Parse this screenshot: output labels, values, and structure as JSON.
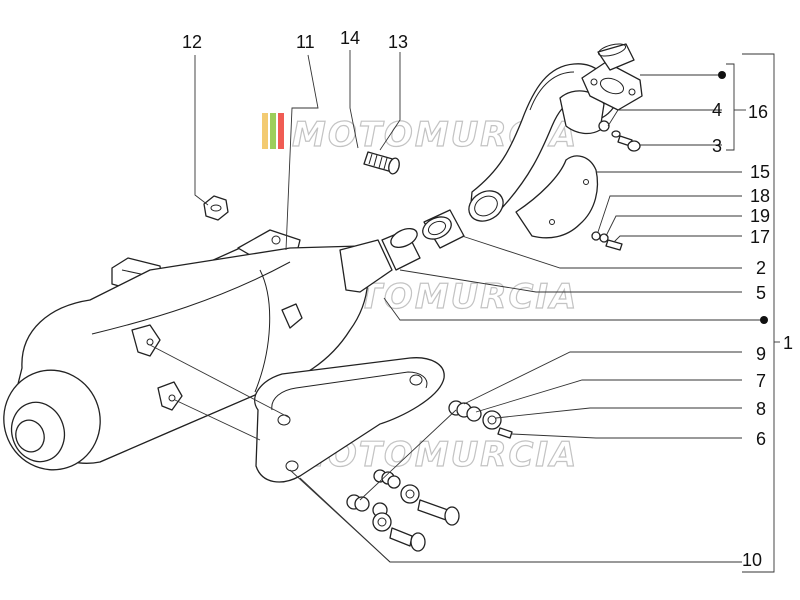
{
  "watermark": {
    "text": "MOTOMURCIA",
    "stripe_colors": [
      "#f2c35a",
      "#8cc63f",
      "#ee4037"
    ]
  },
  "callouts": [
    {
      "id": "c12",
      "label": "12"
    },
    {
      "id": "c11",
      "label": "11"
    },
    {
      "id": "c14",
      "label": "14"
    },
    {
      "id": "c13",
      "label": "13"
    },
    {
      "id": "c4",
      "label": "4"
    },
    {
      "id": "c16",
      "label": "16"
    },
    {
      "id": "c3",
      "label": "3"
    },
    {
      "id": "c15",
      "label": "15"
    },
    {
      "id": "c18",
      "label": "18"
    },
    {
      "id": "c19",
      "label": "19"
    },
    {
      "id": "c17",
      "label": "17"
    },
    {
      "id": "c2",
      "label": "2"
    },
    {
      "id": "c5",
      "label": "5"
    },
    {
      "id": "c1",
      "label": "1"
    },
    {
      "id": "c9",
      "label": "9"
    },
    {
      "id": "c7",
      "label": "7"
    },
    {
      "id": "c8",
      "label": "8"
    },
    {
      "id": "c6",
      "label": "6"
    },
    {
      "id": "c10",
      "label": "10"
    }
  ]
}
